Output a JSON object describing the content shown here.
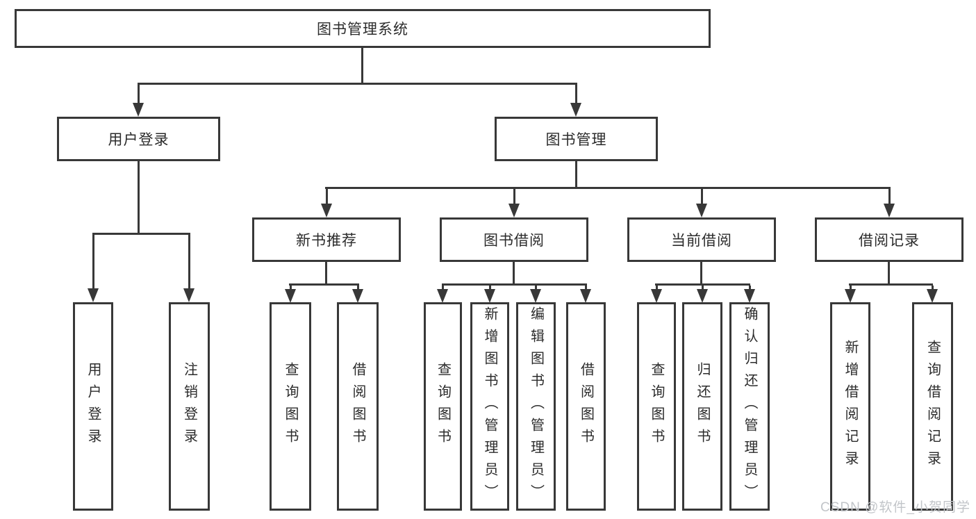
{
  "diagram": {
    "title": "图书管理系统",
    "colors": {
      "line": "#383838",
      "text": "#2b2b2b",
      "background": "#ffffff",
      "watermark": "#c2c5c9"
    },
    "root": {
      "label": "图书管理系统"
    },
    "level2": {
      "userLogin": {
        "label": "用户登录"
      },
      "bookMgmt": {
        "label": "图书管理"
      }
    },
    "level3": {
      "newBooks": {
        "label": "新书推荐"
      },
      "bookBorrow": {
        "label": "图书借阅"
      },
      "currentBorrow": {
        "label": "当前借阅"
      },
      "borrowRecords": {
        "label": "借阅记录"
      }
    },
    "leaves": {
      "loginUser": "用户登录",
      "logout": "注销登录",
      "nbQuery": "查询图书",
      "nbBorrow": "借阅图书",
      "bbQuery": "查询图书",
      "bbAdd": "新增图书（管理员）",
      "bbEdit": "编辑图书（管理员）",
      "bbBorrow": "借阅图书",
      "cbQuery": "查询图书",
      "cbReturn": "归还图书",
      "cbConfirm": "确认归还（管理员）",
      "brAdd": "新增借阅记录",
      "brQuery": "查询借阅记录"
    }
  },
  "watermark": {
    "text": "CSDN @软件_小贺同学"
  }
}
